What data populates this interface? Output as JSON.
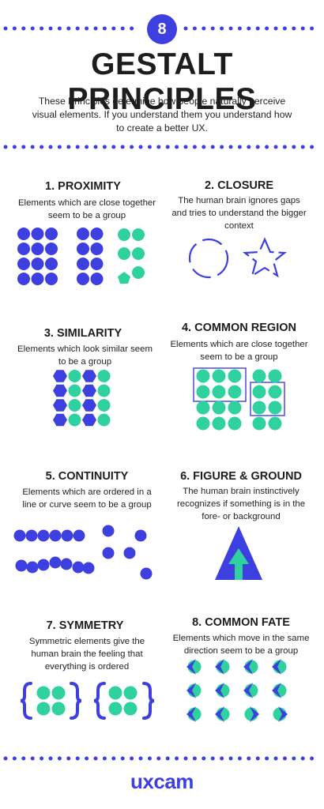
{
  "badge": "8",
  "title": "GESTALT PRINCIPLES",
  "intro": "These Principles determine how people naturally perceive visual elements. If you understand them you understand how to create a better UX.",
  "colors": {
    "blue": "#3d3fe0",
    "green": "#2fd19f",
    "text": "#1d1d1d"
  },
  "principles": [
    {
      "title": "1. PROXIMITY",
      "desc": "Elements which are close together seem to be a group"
    },
    {
      "title": "2. CLOSURE",
      "desc": "The human brain ignores gaps and tries to understand the bigger context"
    },
    {
      "title": "3. SIMILARITY",
      "desc": "Elements which look similar seem to be a group"
    },
    {
      "title": "4. COMMON REGION",
      "desc": "Elements which are close together seem to be a group"
    },
    {
      "title": "5. CONTINUITY",
      "desc": "Elements which are ordered in a line or curve seem to be a group"
    },
    {
      "title": "6. FIGURE & GROUND",
      "desc": "The human brain instinctively recognizes if something is in the fore- or background"
    },
    {
      "title": "7. SYMMETRY",
      "desc": "Symmetric elements give the human brain the feeling that everything is ordered"
    },
    {
      "title": "8. COMMON FATE",
      "desc": "Elements which move in the same direction seem to be a group"
    }
  ],
  "logo": "uxcam"
}
